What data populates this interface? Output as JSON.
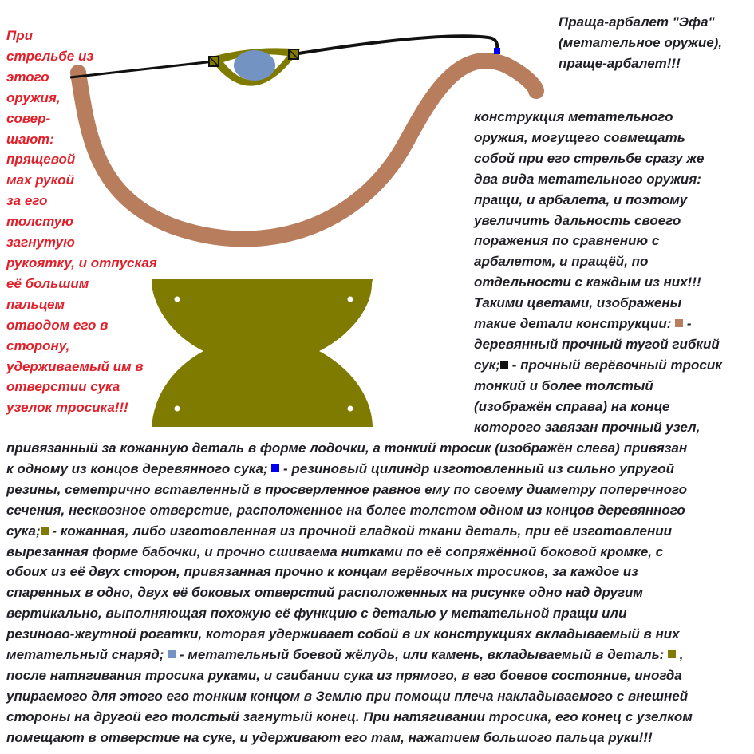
{
  "diagram": {
    "title_lines": [
      "Праща-арбалет \"Эфа\"",
      "(метательное оружие),",
      "праще-арбалет!!!"
    ],
    "left_note_lines": [
      "При",
      "стрельбе из",
      "этого",
      "оружия,",
      "совер-",
      "шают:",
      "прящевой",
      "мах рукой",
      "за его",
      "толстую",
      "загнутую",
      "рукоятку, и отпуская",
      "её большим",
      "пальцем",
      "отводом его в",
      "сторону,",
      "удерживаемый им в",
      "отверстии сука",
      "узелок тросика!!!"
    ],
    "right_paragraph_lines": [
      "конструкция метательного",
      "оружия, могущего совмещать",
      "собой при его стрельбе сразу же",
      "два вида метательного оружия:",
      "пращи, и арбалета, и поэтому",
      "увеличить дальность своего",
      "поражения по сравнению с",
      "арбалетом, и пращёй, по",
      "отдельности с каждым из них!!!",
      "Такими цветами, изображены"
    ],
    "legend": {
      "intro": "такие детали конструкции:",
      "wood_desc_1": " -",
      "wood_desc_2": "деревянный прочный тугой гибкий",
      "wood_desc_3": "сук;",
      "rope_desc_1": " - прочный верёвочный тросик",
      "rope_desc_2": "тонкий и более толстый",
      "rope_desc_3": "(изображён справа) на конце",
      "rope_desc_4": "которого завязан прочный узел,",
      "rope_desc_5": "привязанный за кожанную деталь в форме лодочки, а тонкий тросик (изображён слева) привязан",
      "rope_desc_6": "к одному из концов деревянного сука;",
      "rubber_desc_1": " - резиновый цилиндр изготовленный из сильно упругой",
      "rubber_desc_2": "резины, семетрично вставленный в просверленное равное ему по своему диаметру поперечного",
      "rubber_desc_3": "сечения, несквозное отверстие, расположенное на более толстом одном из концов деревянного",
      "rubber_desc_4": "сука;",
      "leather_desc_1": " - кожанная, либо изготовленная из прочной гладкой ткани деталь, при её изготовлении",
      "leather_desc_2": "вырезанная форме бабочки, и прочно сшиваема нитками по её сопряжённой боковой кромке, с",
      "leather_desc_3": "обоих из её двух сторон, привязанная прочно к концам верёвочных тросиков, за каждое из",
      "leather_desc_4": "спаренных в одно, двух её боковых отверстий расположенных на рисунке одно над другим",
      "leather_desc_5": "вертикально, выполняющая похожую её функцию с деталью у метательной пращи или",
      "leather_desc_6": "резиново-жгутной рогатки, которая удерживает собой в их конструкциях вкладываемый в них",
      "leather_desc_7": "метательный снаряд;",
      "projectile_desc_1": " - метательный боевой жёлудь, или камень, вкладываемый в деталь:",
      "projectile_desc_2": " ,",
      "closing_lines": [
        "после натягивания тросика руками, и сгибании сука из прямого, в его боевое состояние, иногда",
        "упираемого для этого его тонким концом в Землю при помощи плеча накладываемого с внешней",
        "стороны на другой его толстый загнутый конец. При натягивании тросика, его конец с узелком",
        "помещают в отверстие на суке, и удерживают его там, нажатием большого пальца руки!!!"
      ]
    },
    "colors": {
      "wood": "#b87d5c",
      "rope": "#111111",
      "rubber": "#0000ee",
      "leather": "#7f7a00",
      "projectile": "#7394c3",
      "note_red": "#e0202a",
      "text_dark": "#1f1f26"
    }
  }
}
